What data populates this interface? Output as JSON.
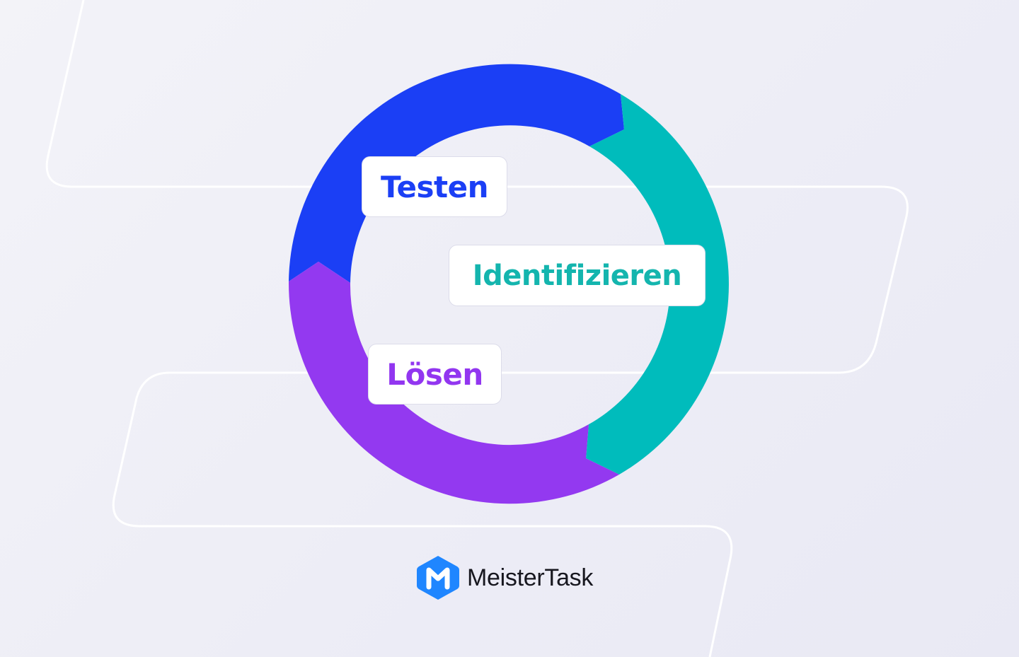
{
  "cycle": {
    "stages": [
      {
        "key": "testen",
        "label": "Testen",
        "color": "#1b3ff5"
      },
      {
        "key": "identifizieren",
        "label": "Identifizieren",
        "color": "#00bcbc"
      },
      {
        "key": "loesen",
        "label": "Lösen",
        "color": "#9339f0"
      }
    ]
  },
  "brand": {
    "name": "MeisterTask",
    "logo_color": "#1f86ff",
    "logo_icon": "meistertask-logo-icon"
  },
  "decor": {
    "line_color": "#ffffff"
  }
}
